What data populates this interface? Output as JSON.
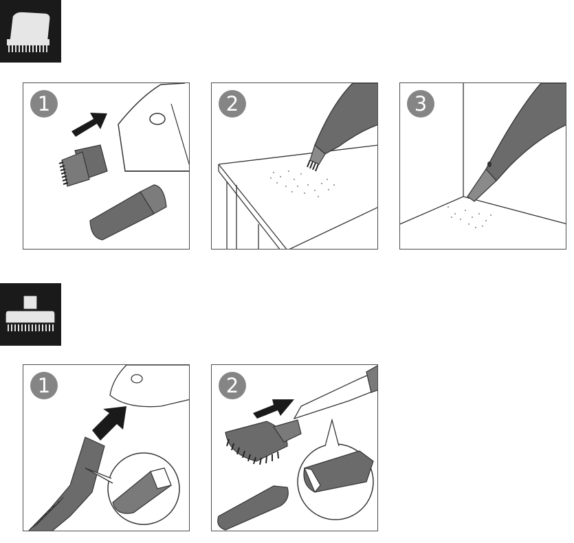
{
  "sections": [
    {
      "icon": "crevice-brush-icon",
      "steps": [
        {
          "number": "1",
          "scene": "attach-crevice-brush"
        },
        {
          "number": "2",
          "scene": "brush-table-surface"
        },
        {
          "number": "3",
          "scene": "clean-corner"
        }
      ]
    },
    {
      "icon": "upholstery-brush-icon",
      "steps": [
        {
          "number": "1",
          "scene": "attach-hose"
        },
        {
          "number": "2",
          "scene": "attach-upholstery-brush"
        }
      ]
    }
  ],
  "colors": {
    "badge": "#1a1a1a",
    "badge_icon": "#e6e6e6",
    "tool": "#6b6b6b",
    "step_circle": "#858585",
    "outline": "#4a4a4a"
  }
}
